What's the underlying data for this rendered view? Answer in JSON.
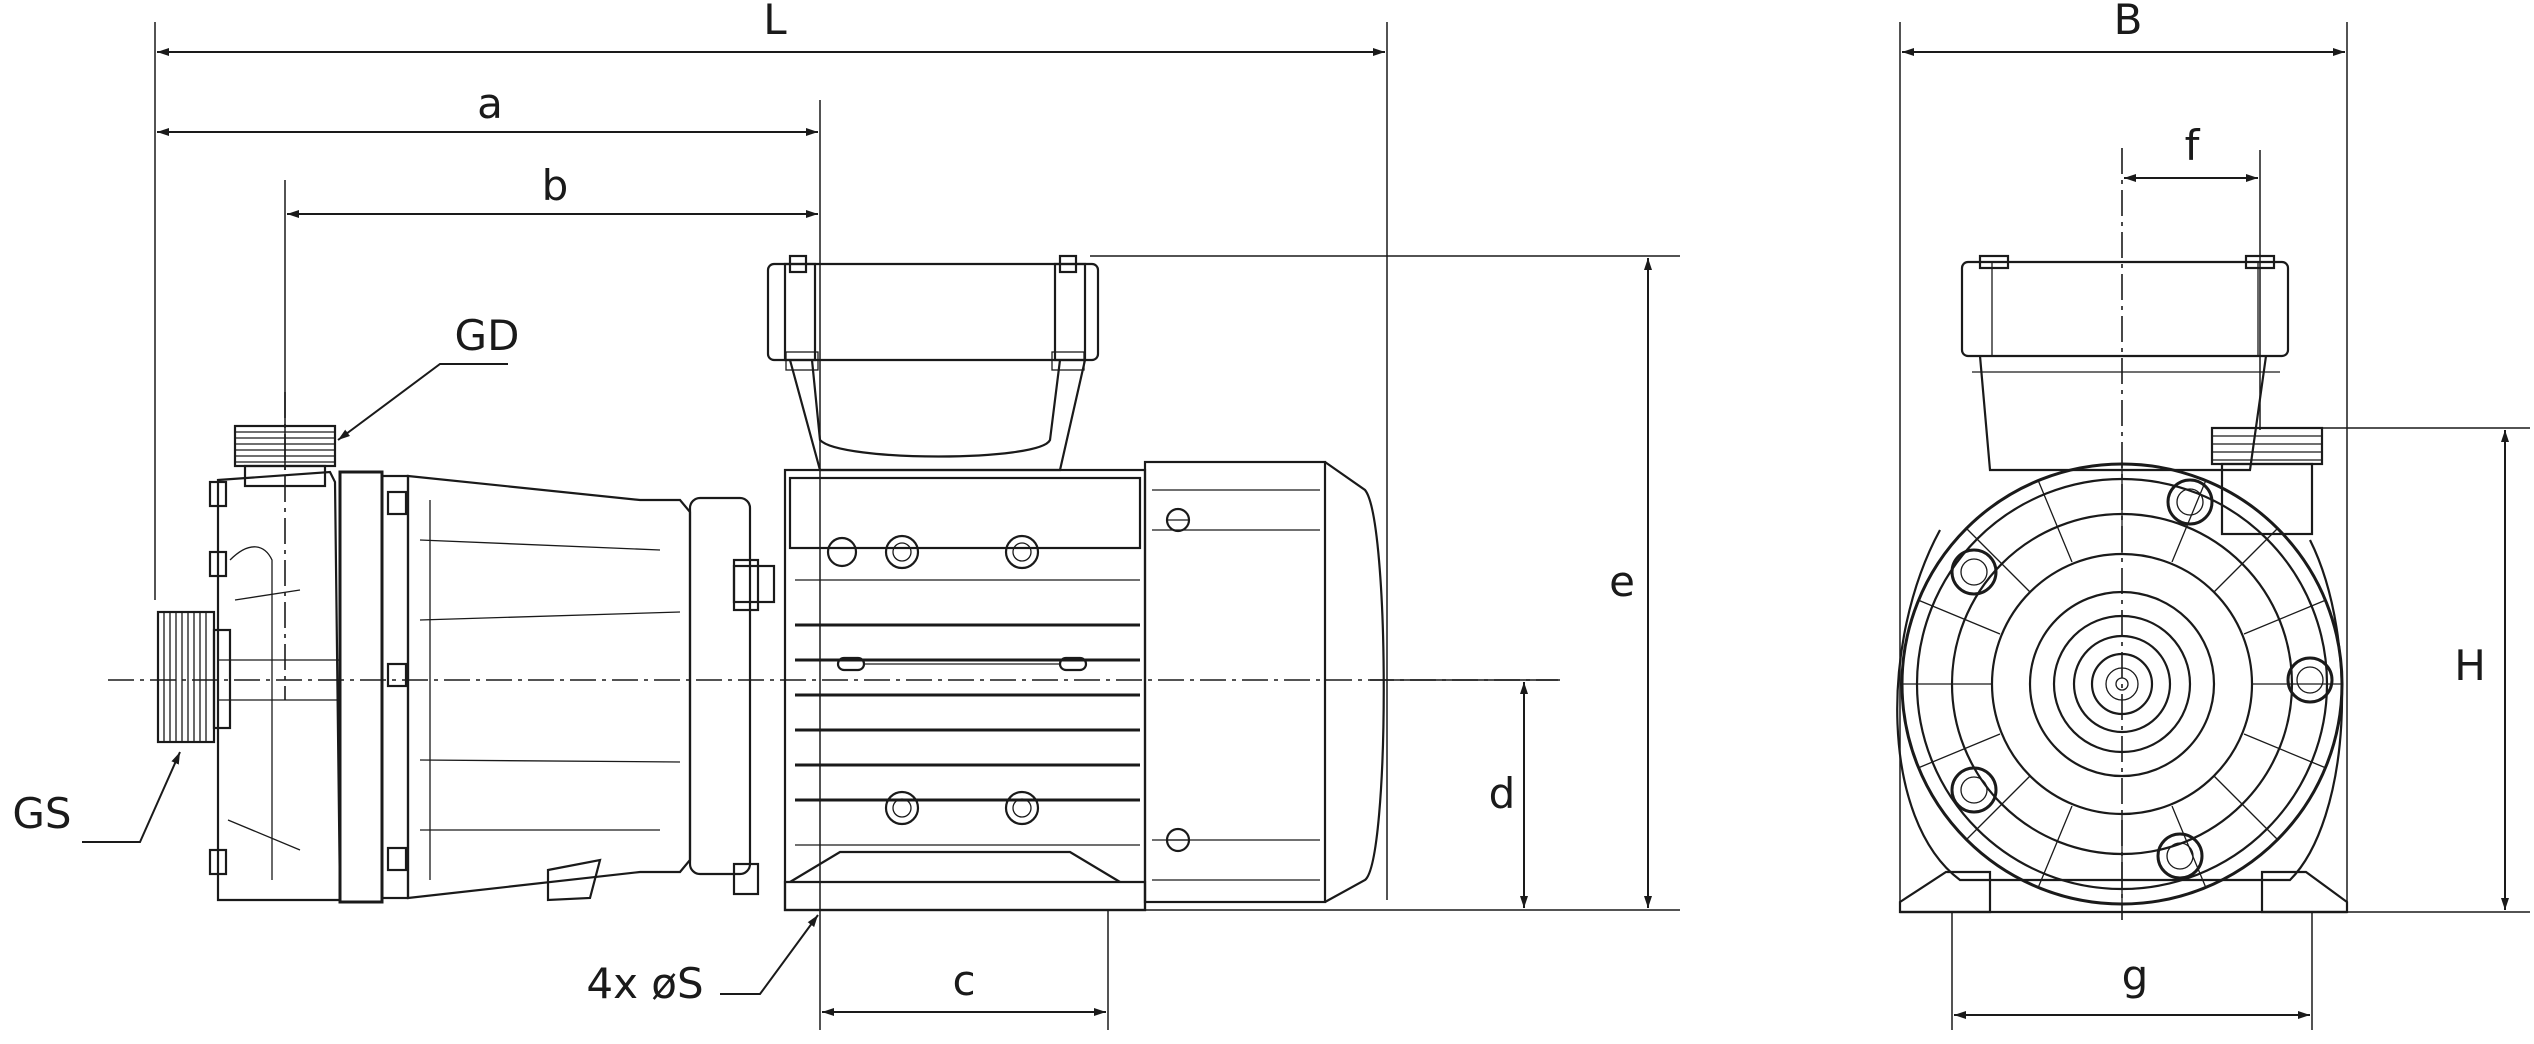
{
  "labels": {
    "L": "L",
    "a": "a",
    "b": "b",
    "GD": "GD",
    "GS": "GS",
    "e": "e",
    "d": "d",
    "c": "c",
    "mount": "4x øS",
    "B": "B",
    "f": "f",
    "H": "H",
    "g": "g"
  }
}
